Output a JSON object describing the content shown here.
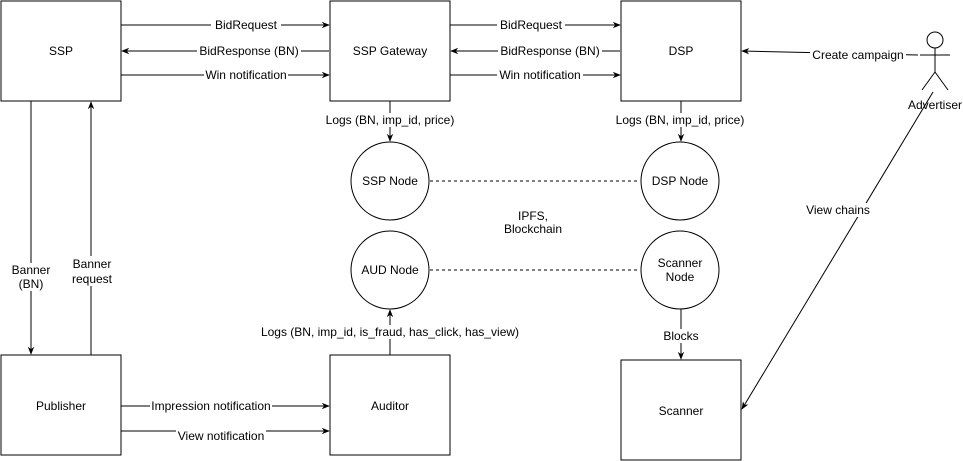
{
  "colors": {
    "stroke": "#000000",
    "background": "#ffffff"
  },
  "boxes": {
    "ssp": "SSP",
    "ssp_gateway": "SSP Gateway",
    "dsp": "DSP",
    "publisher": "Publisher",
    "auditor": "Auditor",
    "scanner": "Scanner"
  },
  "nodes": {
    "ssp_node": "SSP Node",
    "dsp_node": "DSP Node",
    "aud_node": "AUD Node",
    "scanner_node": [
      "Scanner",
      "Node"
    ]
  },
  "actor": {
    "label": "Advertiser",
    "icon": "stick-figure-icon"
  },
  "center_label": [
    "IPFS,",
    "Blockchain"
  ],
  "edges": {
    "ssp_gw_bidrequest": "BidRequest",
    "gw_ssp_bidresponse": "BidResponse (BN)",
    "ssp_gw_win": "Win notification",
    "gw_dsp_bidrequest": "BidRequest",
    "dsp_gw_bidresponse": "BidResponse (BN)",
    "gw_dsp_win": "Win notification",
    "advertiser_dsp": "Create campaign",
    "gw_logs": "Logs (BN, imp_id, price)",
    "dsp_logs": "Logs (BN, imp_id, price)",
    "ssp_publisher_banner": [
      "Banner",
      "(BN)"
    ],
    "publisher_ssp_request": [
      "Banner",
      "request"
    ],
    "auditor_logs": "Logs (BN, imp_id, is_fraud, has_click, has_view)",
    "scanner_blocks": "Blocks",
    "advertiser_scanner": "View chains",
    "publisher_auditor_impression": "Impression notification",
    "publisher_auditor_view": "View notification"
  }
}
